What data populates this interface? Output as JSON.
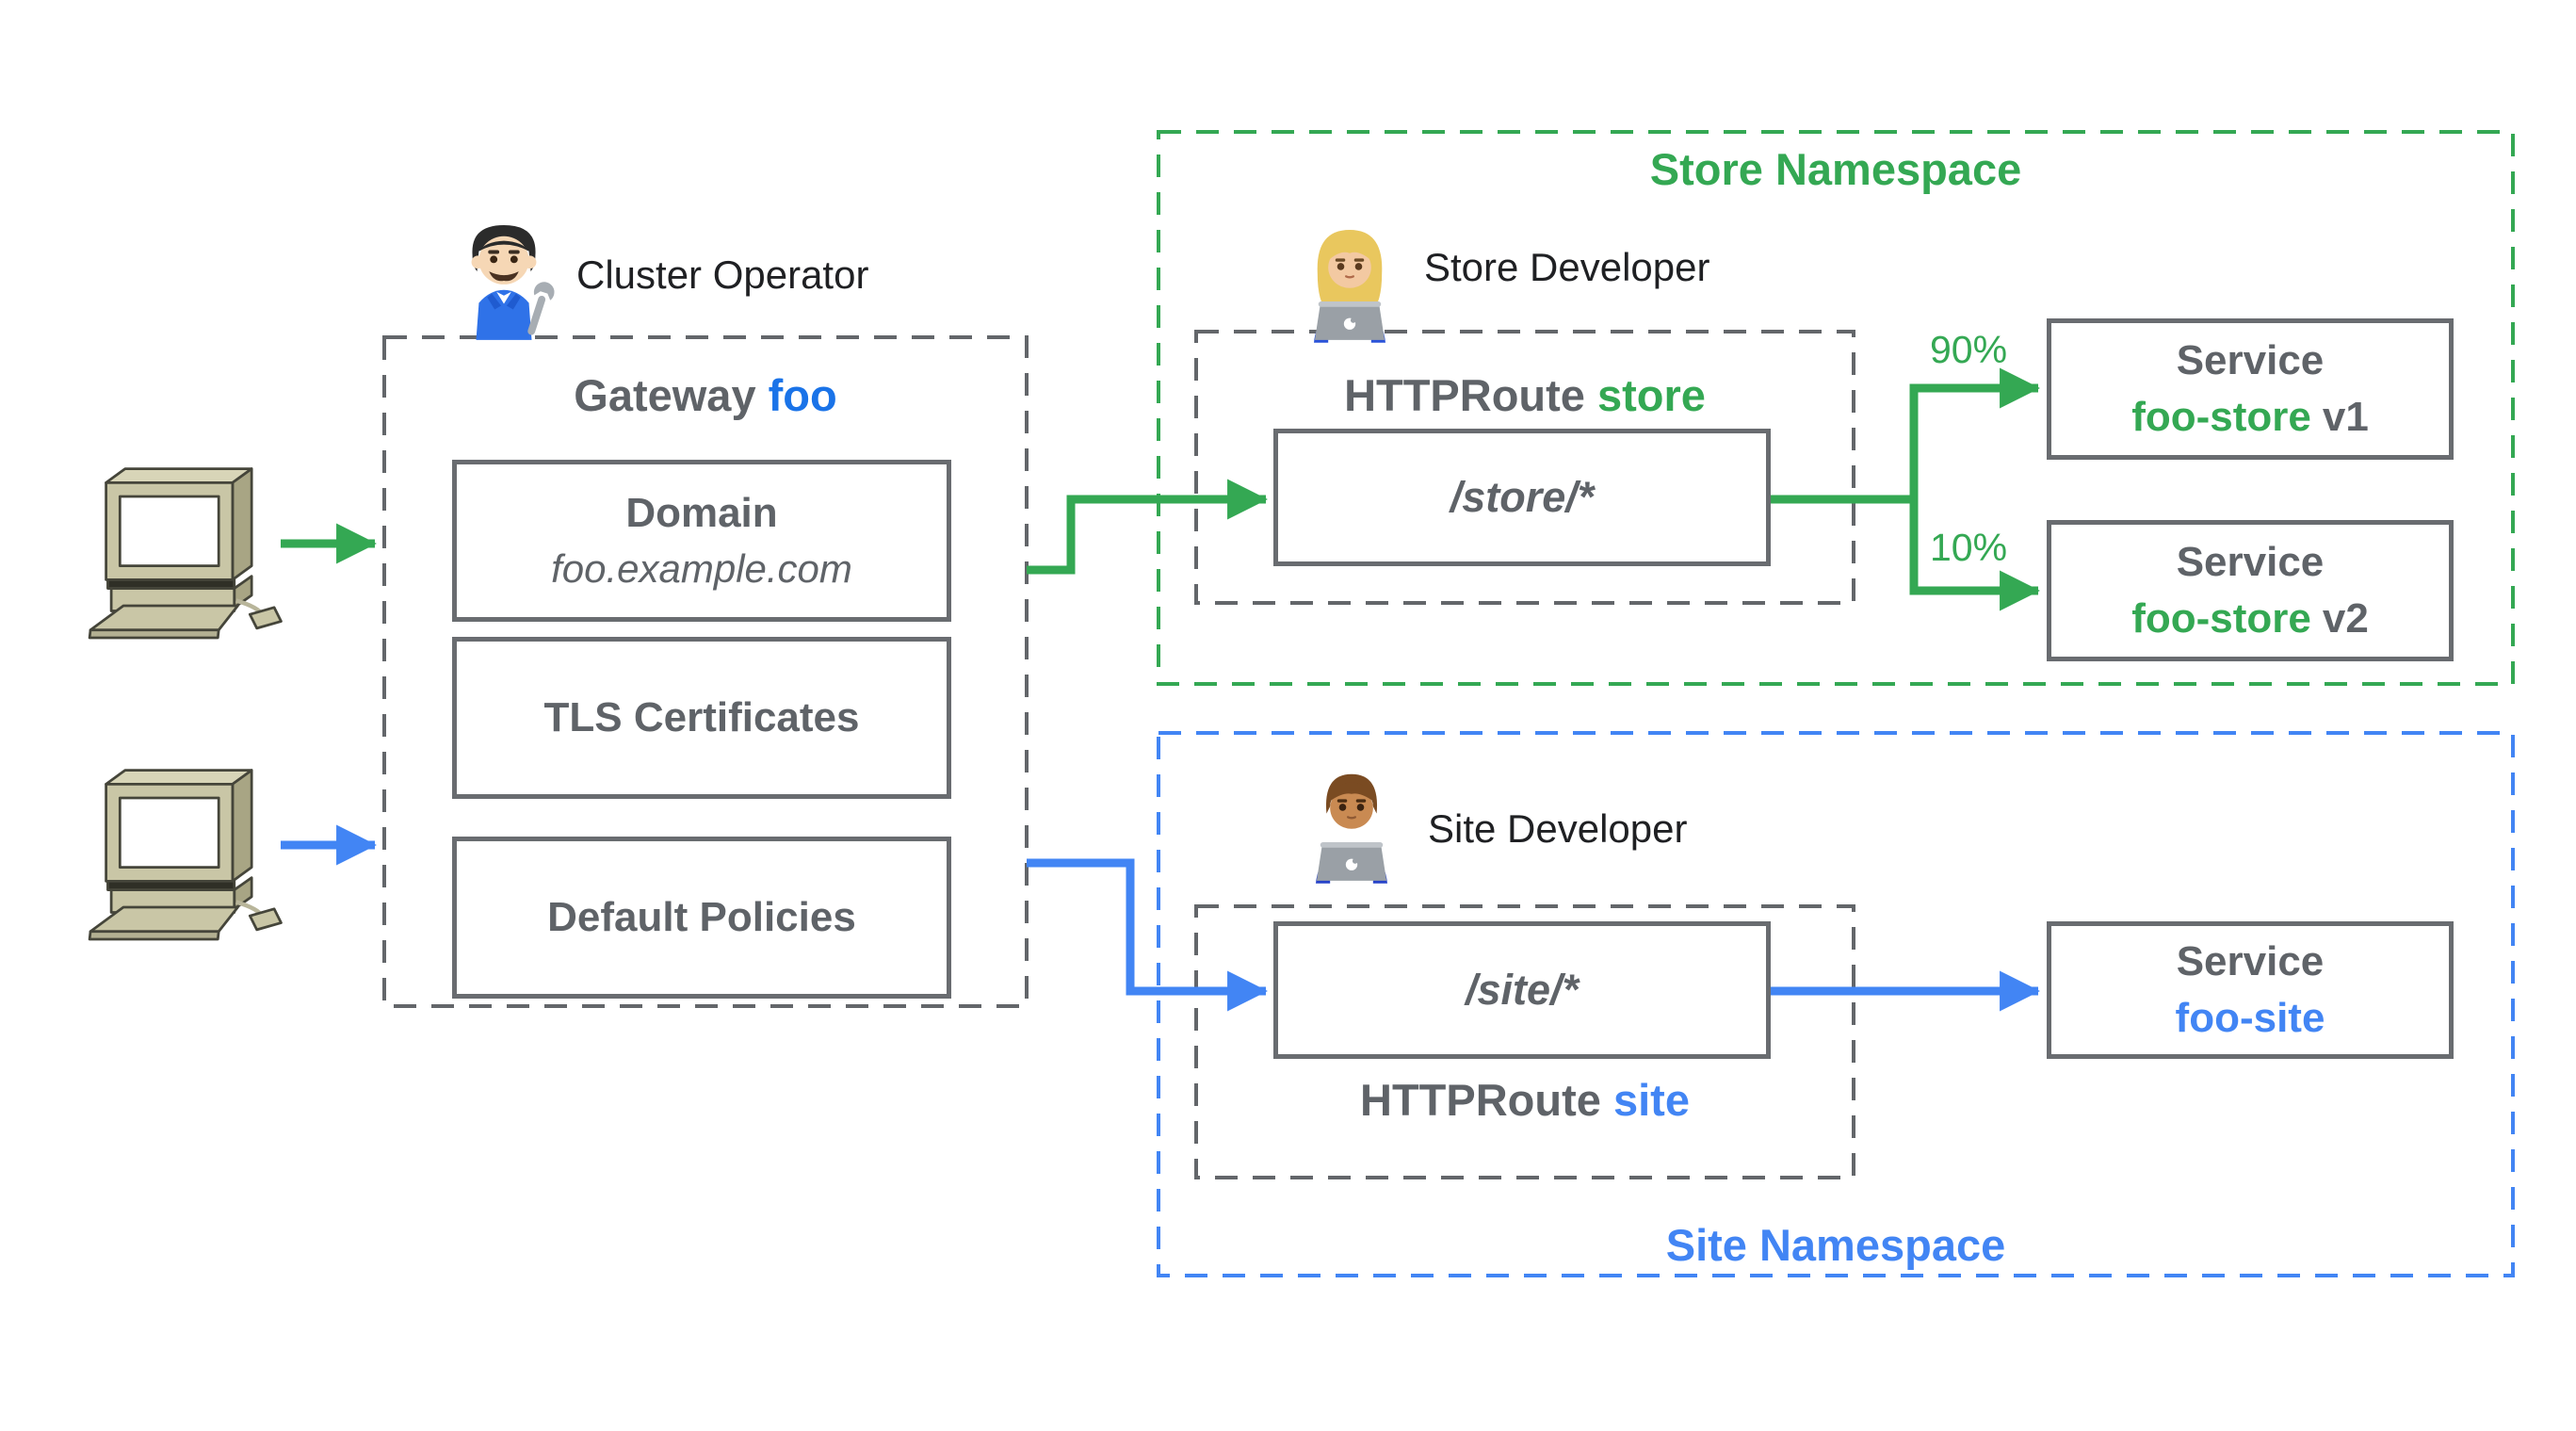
{
  "colors": {
    "green": "#34a853",
    "blue": "#4285f4",
    "gateway_name_blue": "#1a73e8",
    "gray_text": "#5f6368",
    "border_gray": "#696c70",
    "label_dark": "#1f2023"
  },
  "icons": {
    "cluster_operator": "man-mechanic-emoji",
    "store_developer": "woman-technologist-emoji",
    "site_developer": "man-technologist-emoji",
    "client_top": "retro-desktop-computer",
    "client_bottom": "retro-desktop-computer"
  },
  "cluster": {
    "actor_label": "Cluster Operator",
    "gateway_title_prefix": "Gateway",
    "gateway_title_name": "foo",
    "domain_title": "Domain",
    "domain_value": "foo.example.com",
    "tls_label": "TLS Certificates",
    "policies_label": "Default Policies"
  },
  "store": {
    "namespace_label": "Store Namespace",
    "actor_label": "Store Developer",
    "route_prefix": "HTTPRoute",
    "route_name": "store",
    "route_path": "/store/*",
    "weight_v1": "90%",
    "weight_v2": "10%",
    "service1": {
      "title": "Service",
      "name": "foo-store",
      "version": "v1"
    },
    "service2": {
      "title": "Service",
      "name": "foo-store",
      "version": "v2"
    }
  },
  "site": {
    "namespace_label": "Site Namespace",
    "actor_label": "Site Developer",
    "route_prefix": "HTTPRoute",
    "route_name": "site",
    "route_path": "/site/*",
    "service": {
      "title": "Service",
      "name": "foo-site"
    }
  }
}
